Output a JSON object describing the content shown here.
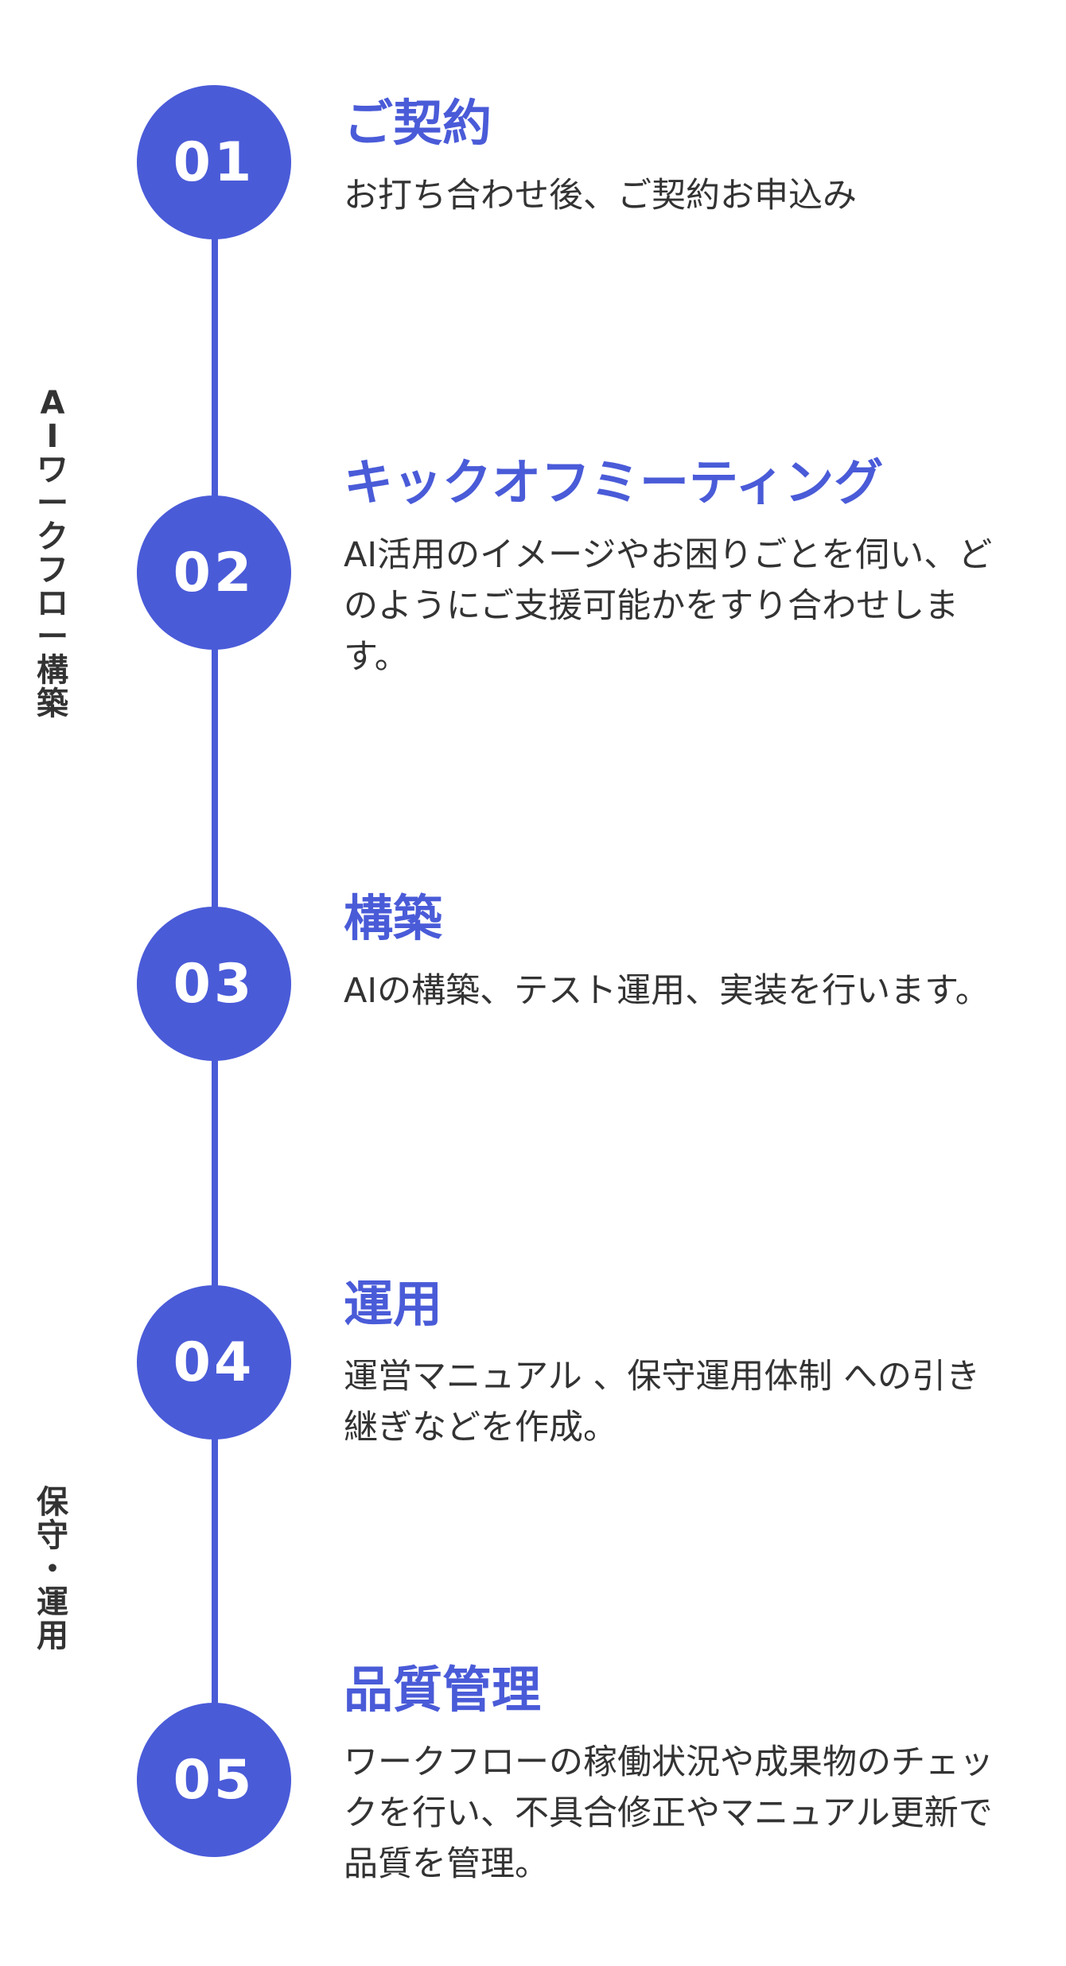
{
  "phases": {
    "ai_build": [
      "A",
      "I",
      "ワ",
      "ー",
      "ク",
      "フ",
      "ロ",
      "ー",
      "構",
      "築"
    ],
    "maintenance": [
      "保",
      "守",
      "・",
      "運",
      "用"
    ]
  },
  "steps": [
    {
      "number": "01",
      "title": "ご契約",
      "description": "お打ち合わせ後、ご契約お申込み"
    },
    {
      "number": "02",
      "title": "キックオフミーティング",
      "description": "AI活用のイメージやお困りごとを伺い、どのようにご支援可能かをすり合わせします。"
    },
    {
      "number": "03",
      "title": "構築",
      "description": "AIの構築、テスト運用、実装を行います。"
    },
    {
      "number": "04",
      "title": "運用",
      "description": "運営マニュアル 、保守運用体制 への引き継ぎなどを作成。"
    },
    {
      "number": "05",
      "title": "品質管理",
      "description": "ワークフローの稼働状況や成果物のチェックを行い、不具合修正やマニュアル更新で品質を管理。"
    }
  ],
  "colors": {
    "accent": "#4a5bd8",
    "text": "#333333",
    "background": "#ffffff"
  }
}
